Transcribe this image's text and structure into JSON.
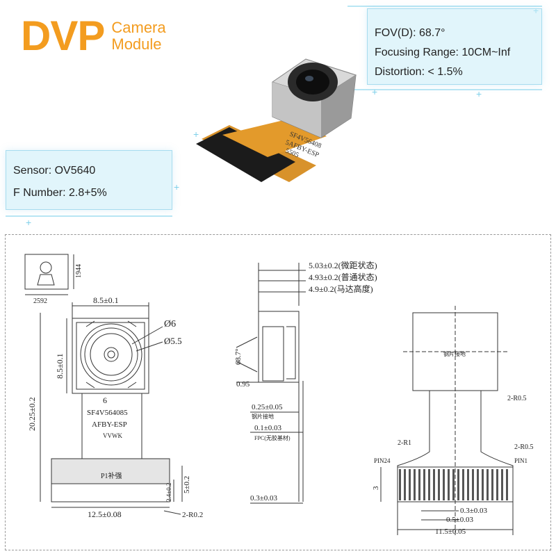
{
  "brand": {
    "big": "DVP",
    "line1": "Camera",
    "line2": "Module",
    "accent": "#f39c1f"
  },
  "specs_right": [
    "FOV(D): 68.7°",
    "Focusing Range: 10CM~Inf",
    "Distortion:  < 1.5%"
  ],
  "specs_left": [
    "Sensor: OV5640",
    "F Number: 2.8+5%"
  ],
  "photo_labels": {
    "line1": "SF4V56408",
    "line2": "5AFBY-ESP",
    "line3": "5505"
  },
  "drawing": {
    "logo_w": "2592",
    "logo_h": "1944",
    "front": {
      "top_width": "8.5±0.1",
      "side_height": "8.5±0.1",
      "phi6": "Ø6",
      "phi55": "Ø5.5",
      "inner6": "6",
      "fpc_line1": "SF4V564085",
      "fpc_line2": "AFBY-ESP",
      "fpc_line3": "VVWK",
      "total_length": "20.25±0.2",
      "stiffener": "P1补强",
      "dim_24": "2.4±0.2",
      "dim_5": "5±0.2",
      "bottom_width": "12.5±0.08",
      "corner": "2-R0.2"
    },
    "side": {
      "h1": "5.03±0.2(微距状态)",
      "h2": "4.93±0.2(普通状态)",
      "h3": "4.9±0.2(马达高度)",
      "angle": "68.7°",
      "d095": "0.95",
      "d025": "0.25±0.05",
      "d025_note": "钢片接地",
      "d01": "0.1±0.03",
      "d01_note": "FPC(无胶基材)",
      "d03": "0.3±0.03"
    },
    "back": {
      "ground": "钢片接地",
      "r05_top": "2-R0.5",
      "r1": "2-R1",
      "r05_mid": "2-R0.5",
      "pin24": "PIN24",
      "pin1": "PIN1",
      "dim3": "3",
      "d03": "0.3±0.03",
      "d05": "0.5±0.03",
      "d115": "11.5±0.05"
    }
  }
}
